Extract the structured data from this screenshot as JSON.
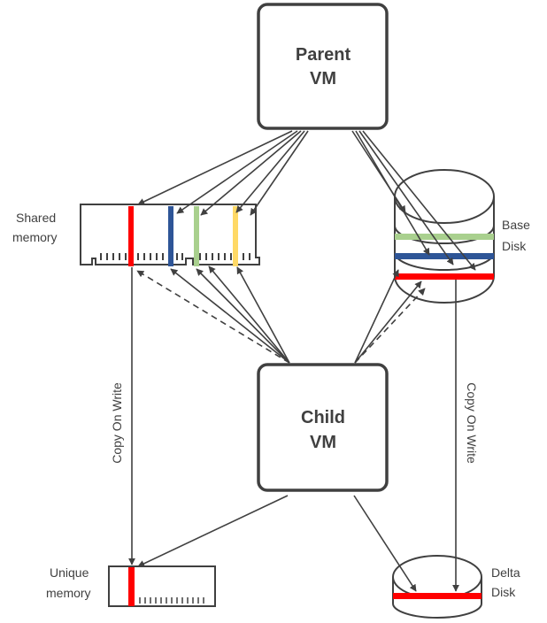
{
  "nodes": {
    "parent_vm": {
      "line1": "Parent",
      "line2": "VM"
    },
    "child_vm": {
      "line1": "Child",
      "line2": "VM"
    },
    "shared_memory": {
      "line1": "Shared",
      "line2": "memory"
    },
    "unique_memory": {
      "line1": "Unique",
      "line2": "memory"
    },
    "base_disk": {
      "line1": "Base",
      "line2": "Disk"
    },
    "delta_disk": {
      "line1": "Delta",
      "line2": "Disk"
    }
  },
  "edges": {
    "memory_copy_on_write": "Copy On Write",
    "disk_copy_on_write": "Copy On Write"
  },
  "colors": {
    "red": "#ff0000",
    "blue": "#2e5597",
    "green": "#a9d08e",
    "yellow": "#ffd966",
    "stroke": "#404040"
  }
}
